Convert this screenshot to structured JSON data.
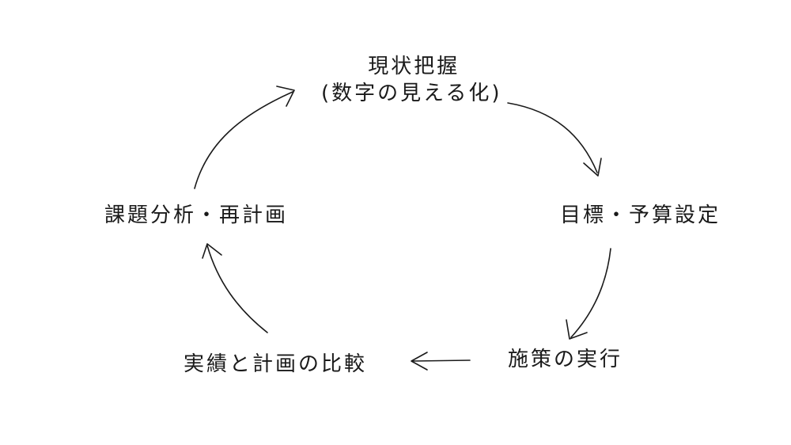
{
  "nodes": {
    "current_state": {
      "line1": "現状把握",
      "line2": "(数字の見える化)"
    },
    "targets": "目標・予算設定",
    "execution": "施策の実行",
    "comparison": "実績と計画の比較",
    "analysis": "課題分析・再計画"
  }
}
